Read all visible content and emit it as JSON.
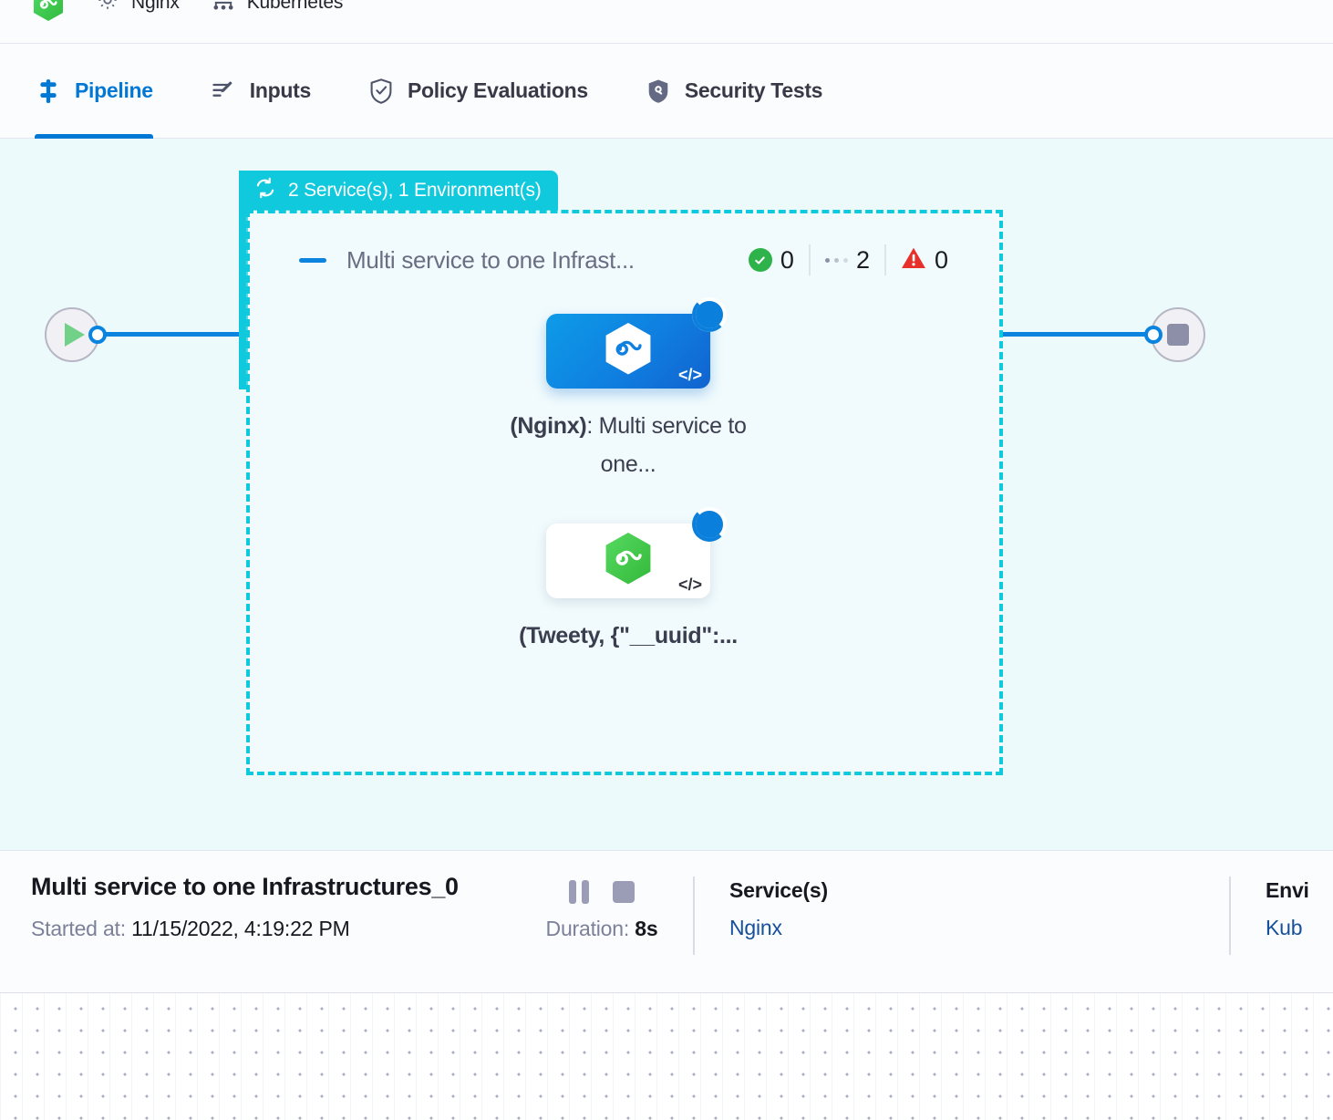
{
  "topbar": {
    "logo_icon": "hexagon-infinity-logo",
    "items": [
      {
        "icon": "gear-icon",
        "label": "Nginx"
      },
      {
        "icon": "infrastructure-icon",
        "label": "Kubernetes"
      }
    ]
  },
  "tabs": [
    {
      "id": "pipeline",
      "label": "Pipeline",
      "icon": "pipeline-icon",
      "active": true
    },
    {
      "id": "inputs",
      "label": "Inputs",
      "icon": "inputs-icon",
      "active": false
    },
    {
      "id": "policy",
      "label": "Policy Evaluations",
      "icon": "shield-check-icon",
      "active": false
    },
    {
      "id": "security",
      "label": "Security Tests",
      "icon": "shield-security-icon",
      "active": false
    }
  ],
  "canvas": {
    "start_node_icon": "play-icon",
    "end_node_icon": "stop-icon",
    "group": {
      "badge_icon": "loop-icon",
      "badge_label": "2 Service(s), 1 Environment(s)",
      "title": "Multi service to one Infrast...",
      "collapse_icon": "collapse-dash-icon",
      "stats": [
        {
          "id": "success",
          "icon": "check-circle-icon",
          "value": "0",
          "color": "#2eb34a"
        },
        {
          "id": "running",
          "icon": "dots-icon",
          "value": "2",
          "color": "#8d91a6"
        },
        {
          "id": "failed",
          "icon": "warning-triangle-icon",
          "value": "0",
          "color": "#e8302a"
        }
      ],
      "cards": [
        {
          "id": "nginx-service",
          "label_bold": "(Nginx)",
          "label_rest": ": Multi service to one...",
          "status_icon": "spinner-icon",
          "code_glyph": "</>",
          "selected": true,
          "logo": "hexagon-infinity-white"
        },
        {
          "id": "tweety-service",
          "label_bold": "(Tweety, {\"__uuid\":...",
          "label_rest": "",
          "status_icon": "spinner-icon",
          "code_glyph": "</>",
          "selected": false,
          "logo": "hexagon-infinity-green"
        }
      ]
    }
  },
  "detail": {
    "title": "Multi service to one Infrastructures_0",
    "started_label": "Started at:",
    "started_value": "11/15/2022, 4:19:22 PM",
    "pause_icon": "pause-icon",
    "stop_icon": "stop-icon",
    "duration_label": "Duration:",
    "duration_value": "8s",
    "columns": [
      {
        "id": "services",
        "head": "Service(s)",
        "value": "Nginx"
      },
      {
        "id": "environments",
        "head": "Envi",
        "value": "Kub"
      }
    ]
  },
  "colors": {
    "accent_blue": "#0278d5",
    "group_teal": "#11c9dd",
    "canvas_bg": "#ecfafc",
    "success_green": "#2eb34a",
    "error_red": "#e8302a",
    "link_navy": "#16509a"
  }
}
